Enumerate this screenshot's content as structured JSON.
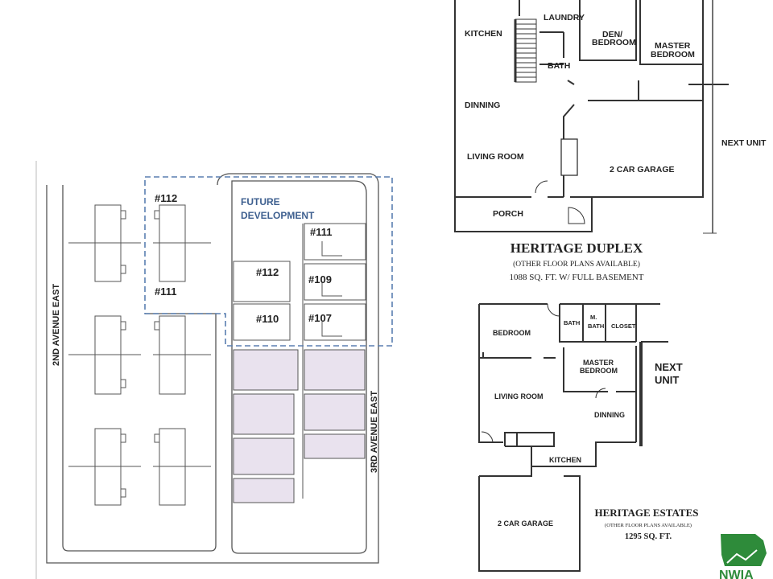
{
  "site_plan": {
    "streets": {
      "second_avenue": "2ND AVENUE EAST",
      "third_avenue": "3RD AVENUE EAST"
    },
    "future_development": [
      "FUTURE",
      "DEVELOPMENT"
    ],
    "lots": {
      "lot_112_left": "#112",
      "lot_111_left": "#111",
      "lot_111_right": "#111",
      "lot_112_center": "#112",
      "lot_109": "#109",
      "lot_110": "#110",
      "lot_107": "#107"
    },
    "colors": {
      "future_outline": "#5a7fb0",
      "future_text": "#3d5f8f",
      "shaded_units": "#e9e2ee"
    }
  },
  "duplex_plan": {
    "rooms": {
      "kitchen": "KITCHEN",
      "laundry": "LAUNDRY",
      "den": [
        "DEN/",
        "BEDROOM"
      ],
      "master": [
        "MASTER",
        "BEDROOM"
      ],
      "bath": "BATH",
      "dinning": "DINNING",
      "living": "LIVING ROOM",
      "garage": "2 CAR GARAGE",
      "porch": "PORCH",
      "next_unit": "NEXT UNIT"
    },
    "title": "HERITAGE DUPLEX",
    "note": "(OTHER FLOOR PLANS AVAILABLE)",
    "size": "1088 SQ. FT. W/ FULL BASEMENT"
  },
  "estates_plan": {
    "rooms": {
      "bedroom": "BEDROOM",
      "bath": "BATH",
      "m_bath": [
        "M.",
        "BATH"
      ],
      "closet": "CLOSET",
      "master": [
        "MASTER",
        "BEDROOM"
      ],
      "next_unit": [
        "NEXT",
        "UNIT"
      ],
      "living": "LIVING ROOM",
      "dinning": "DINNING",
      "kitchen": "KITCHEN",
      "garage": "2 CAR GARAGE"
    },
    "title": "HERITAGE ESTATES",
    "note": "(OTHER FLOOR PLANS AVAILABLE)",
    "size": "1295 SQ. FT."
  },
  "logo": {
    "text": "NWIA",
    "color": "#2e8b3a"
  }
}
